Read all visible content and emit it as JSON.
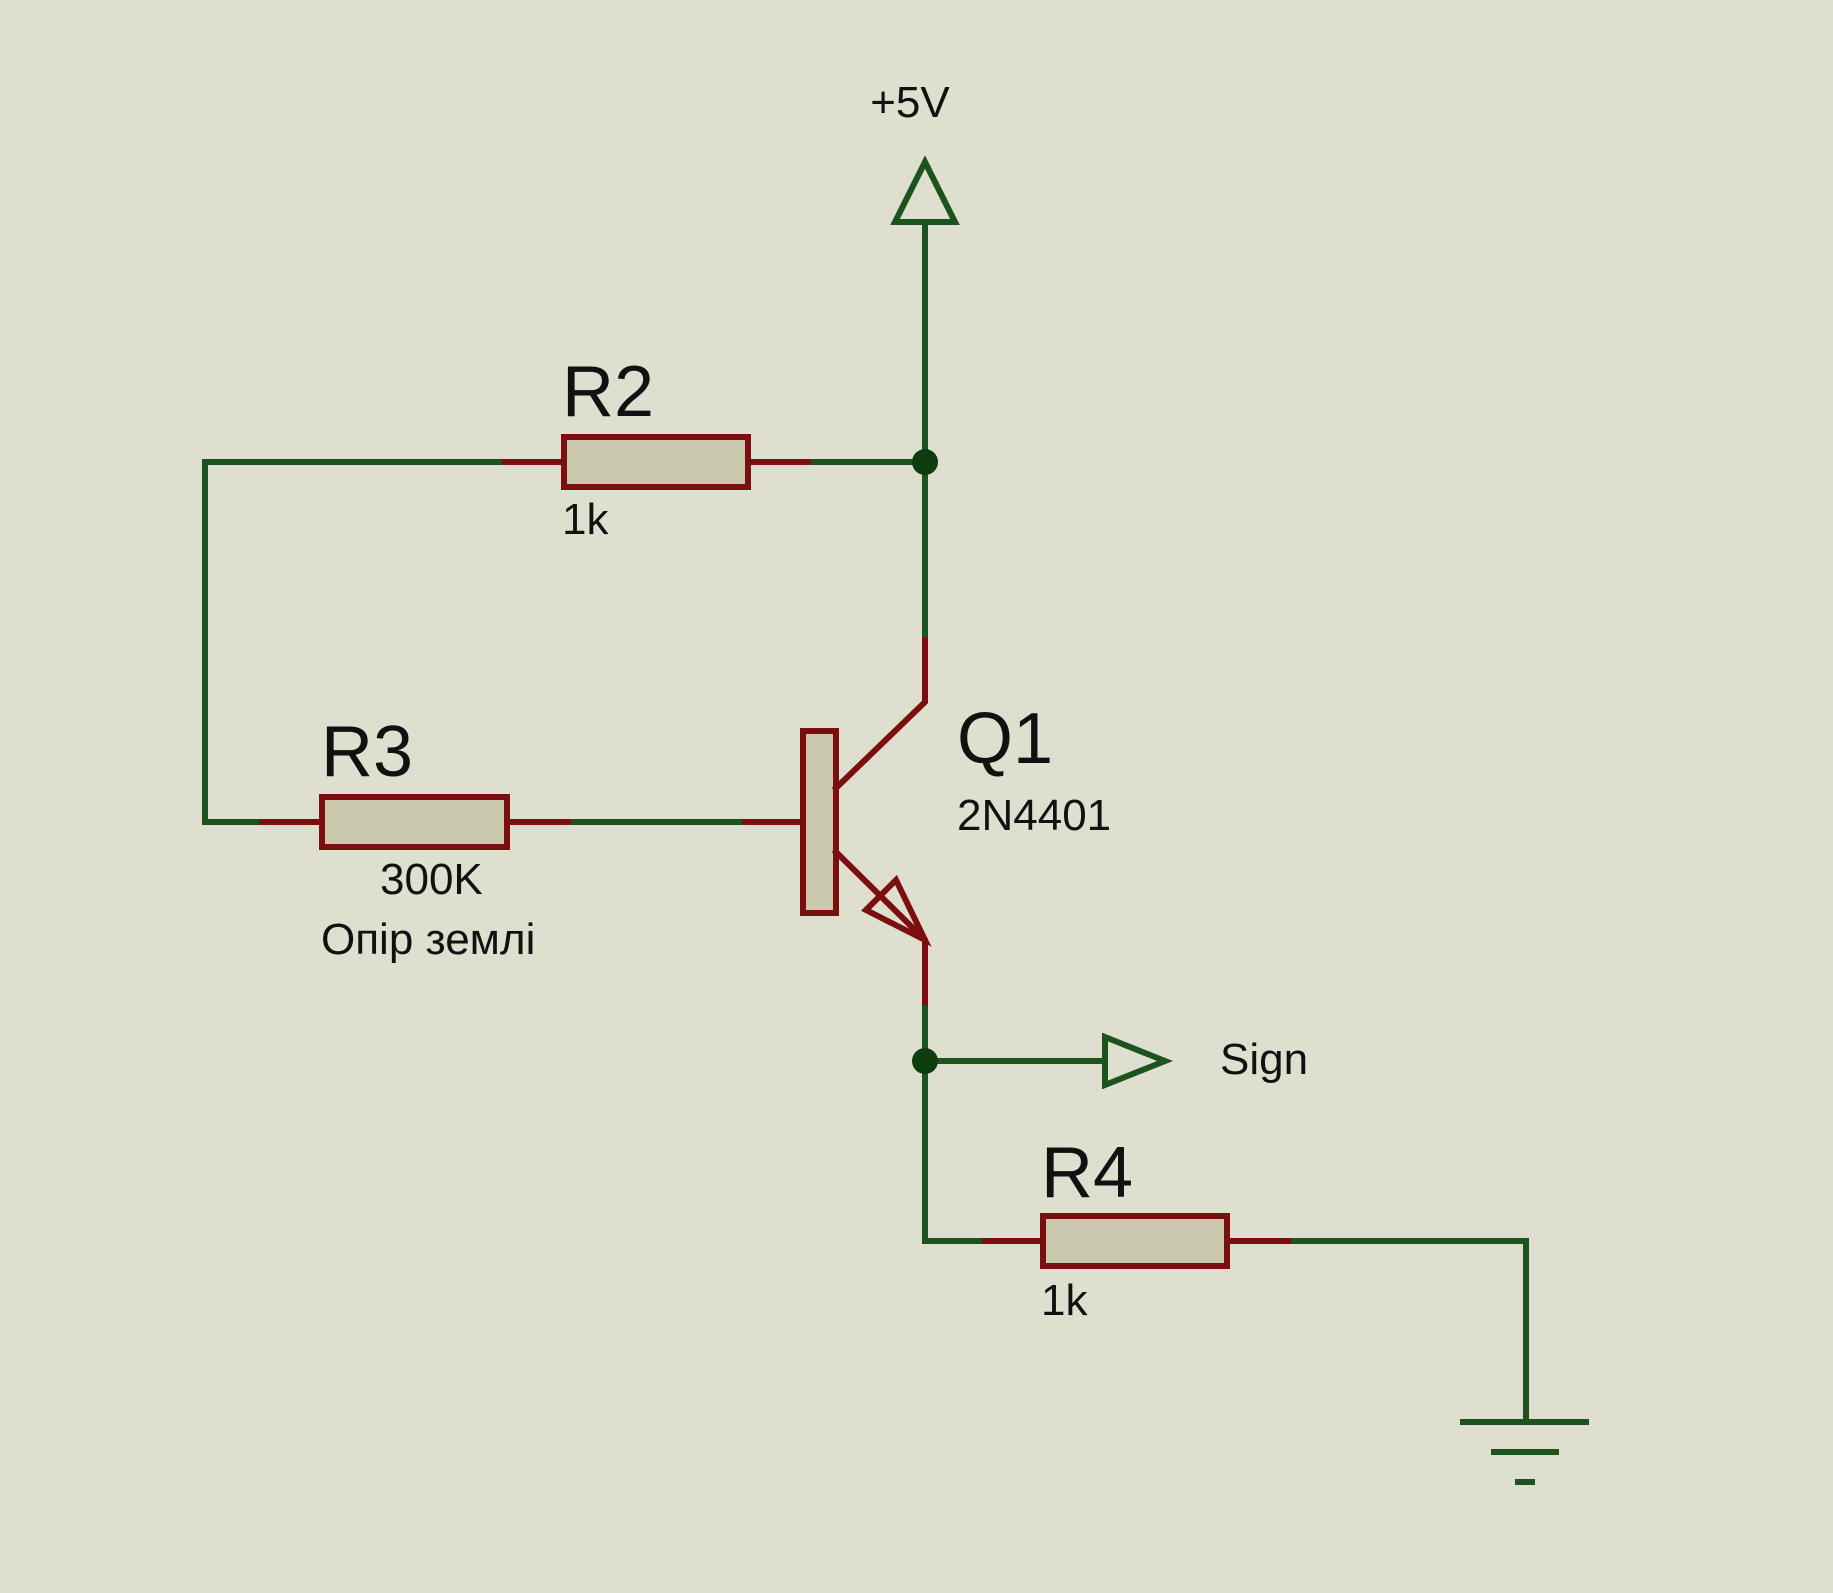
{
  "power": {
    "label": "+5V"
  },
  "output": {
    "label": "Sign"
  },
  "components": {
    "r2": {
      "ref": "R2",
      "value": "1k"
    },
    "r3": {
      "ref": "R3",
      "value": "300K",
      "note": "Опір землі"
    },
    "r4": {
      "ref": "R4",
      "value": "1k"
    },
    "q1": {
      "ref": "Q1",
      "part": "2N4401"
    }
  },
  "colors": {
    "background": "#dfdfd0",
    "wire": "#1d531d",
    "pin": "#7b0f0f",
    "component_fill": "#c9c8ad",
    "junction": "#0d3d0d"
  }
}
